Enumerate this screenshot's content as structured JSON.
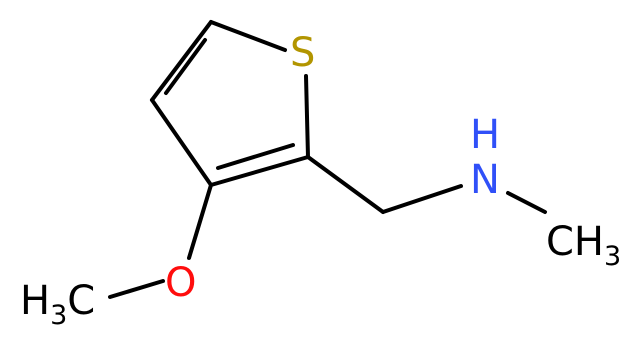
{
  "molecule": {
    "atoms": {
      "sulfur": {
        "symbol": "S"
      },
      "nitrogen": {
        "symbol": "N",
        "hydrogen": "H"
      },
      "oxygen": {
        "symbol": "O"
      },
      "methyl_n": {
        "main": "CH",
        "subscript": "3"
      },
      "methyl_o": {
        "main": "H",
        "subscript": "3",
        "tail": "C"
      }
    },
    "colors": {
      "bond": "#000000",
      "sulfur": "#b29500",
      "nitrogen": "#3050f8",
      "oxygen": "#ff0d0d",
      "carbon": "#000000"
    }
  }
}
